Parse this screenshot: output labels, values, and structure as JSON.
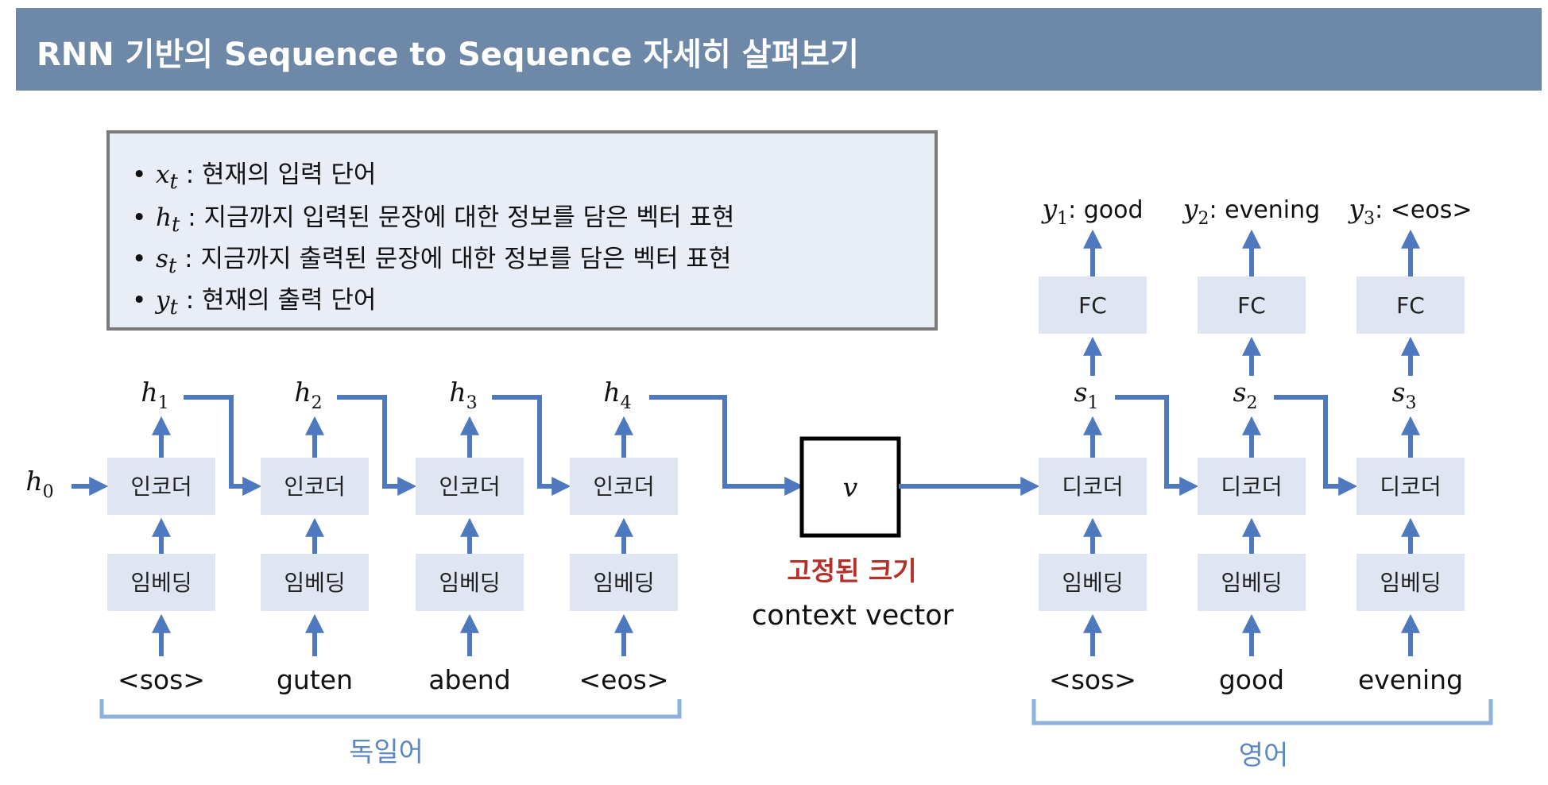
{
  "title": "RNN 기반의 Sequence to Sequence 자세히 살펴보기",
  "legend": [
    {
      "symbol": "x",
      "sub": "t",
      "text": " : 현재의 입력 단어"
    },
    {
      "symbol": "h",
      "sub": "t",
      "text": " : 지금까지 입력된 문장에 대한 정보를 담은 벡터 표현"
    },
    {
      "symbol": "s",
      "sub": "t",
      "text": " : 지금까지 출력된 문장에 대한 정보를 담은 벡터 표현"
    },
    {
      "symbol": "y",
      "sub": "t",
      "text": " : 현재의 출력 단어"
    }
  ],
  "bullet": "•",
  "encoder": {
    "initial_state": {
      "symbol": "h",
      "sub": "0"
    },
    "cell_label": "인코더",
    "embed_label": "임베딩",
    "steps": [
      {
        "input": "<sos>",
        "state": {
          "symbol": "h",
          "sub": "1"
        }
      },
      {
        "input": "guten",
        "state": {
          "symbol": "h",
          "sub": "2"
        }
      },
      {
        "input": "abend",
        "state": {
          "symbol": "h",
          "sub": "3"
        }
      },
      {
        "input": "<eos>",
        "state": {
          "symbol": "h",
          "sub": "4"
        }
      }
    ],
    "language_label": "독일어"
  },
  "context": {
    "symbol": "v",
    "label_red": "고정된 크기",
    "label_black": "context vector"
  },
  "decoder": {
    "cell_label": "디코더",
    "embed_label": "임베딩",
    "fc_label": "FC",
    "steps": [
      {
        "input": "<sos>",
        "state": {
          "symbol": "s",
          "sub": "1"
        },
        "output": {
          "symbol": "y",
          "sub": "1",
          "text": ": good"
        }
      },
      {
        "input": "good",
        "state": {
          "symbol": "s",
          "sub": "2"
        },
        "output": {
          "symbol": "y",
          "sub": "2",
          "text": ": evening"
        }
      },
      {
        "input": "evening",
        "state": {
          "symbol": "s",
          "sub": "3"
        },
        "output": {
          "symbol": "y",
          "sub": "3",
          "text": ": <eos>"
        }
      }
    ],
    "language_label": "영어"
  },
  "colors": {
    "title_bar": "#6e88a8",
    "legend_bg": "#e8edf6",
    "box_fill": "#dfe6f2",
    "arrow": "#4f79bf",
    "bracket": "#8eb0dc",
    "language_label": "#5b87c2",
    "context_red": "#b5302a"
  }
}
